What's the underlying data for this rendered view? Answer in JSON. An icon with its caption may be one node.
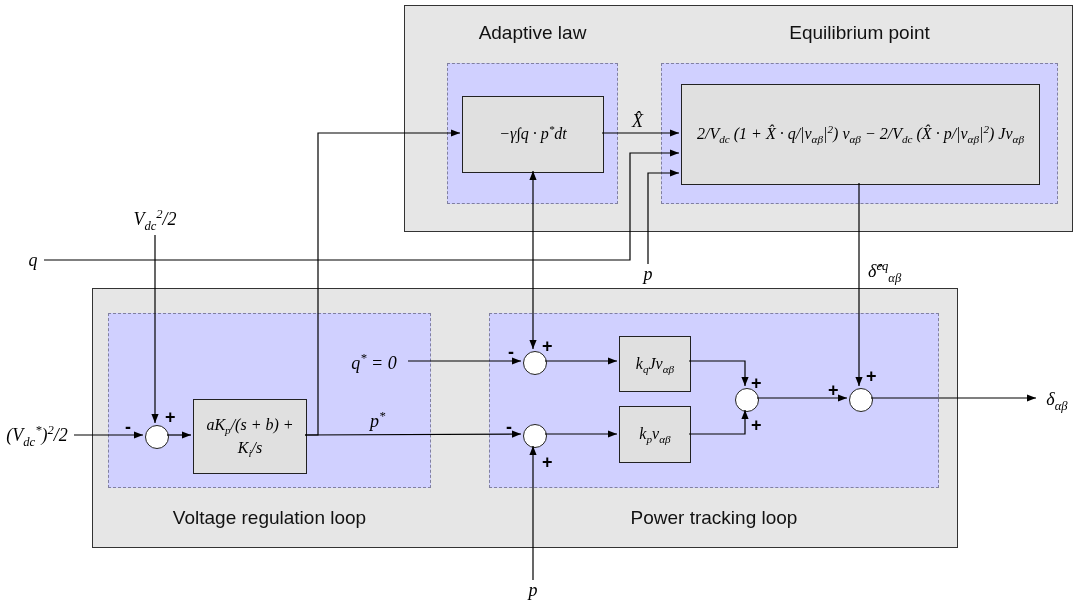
{
  "diagram": {
    "nodes": [
      {
        "text": [],
        "shape": "box"
      },
      {
        "text": [
          "Adaptive law"
        ],
        "in": 0
      },
      {
        "text": [
          "−γ∫q · p$^{*}$dt"
        ],
        "in": 1
      },
      {
        "text": [
          "Equilibrium point"
        ],
        "in": 0
      },
      {
        "text": [
          "2/V$_{dc}$ (1 + X̂ · q/|v$_{αβ}$|$^{2}$) v$_{αβ}$ − 2/V$_{dc}$ (X̂ · p/|v$_{αβ}$|$^{2}$) Jv$_{αβ}$"
        ],
        "in": 3
      },
      {
        "text": [],
        "shape": "box"
      },
      {
        "text": [
          "Voltage regulation loop"
        ],
        "in": 5
      },
      {
        "text": [],
        "shape": "circle",
        "in": 6
      },
      {
        "text": [
          "aK$_{p}$/(s + b) + K$_{i}$/s"
        ],
        "in": 6
      },
      {
        "text": [
          "Power tracking loop"
        ],
        "in": 5
      },
      {
        "text": [],
        "shape": "circle",
        "in": 9
      },
      {
        "text": [],
        "shape": "circle",
        "in": 9
      },
      {
        "text": [
          "k$_{q}$Jv$_{αβ}$"
        ],
        "in": 9
      },
      {
        "text": [
          "k$_{p}$v$_{αβ}$"
        ],
        "in": 9
      },
      {
        "text": [],
        "shape": "circle",
        "in": 9
      },
      {
        "text": [],
        "shape": "circle",
        "in": 9
      },
      {
        "text": [
          "V$_{dc}$$^{2}$/2"
        ]
      },
      {
        "text": [
          "(V$_{dc}$$^{*}$)$^{2}$/2"
        ]
      },
      {
        "text": [
          "q"
        ]
      },
      {
        "text": [
          "p"
        ]
      },
      {
        "text": [
          "q$^{*}$ = 0"
        ],
        "in": 6
      },
      {
        "text": [
          "δ$_{αβ}$"
        ]
      },
      {
        "text": [
          "p"
        ]
      }
    ],
    "edges": [
      {
        "from": 16,
        "to": 7,
        "arrow": "to"
      },
      {
        "from": 17,
        "to": 7,
        "arrow": "to"
      },
      {
        "from": 7,
        "to": 8,
        "arrow": "to"
      },
      {
        "from": 8,
        "to": 11,
        "arrow": "to",
        "label": "p$^{*}$"
      },
      {
        "from": 8,
        "to": 2,
        "arrow": "to"
      },
      {
        "from": 20,
        "to": 10,
        "arrow": "to"
      },
      {
        "from": 18,
        "to": 4,
        "arrow": "to"
      },
      {
        "from": 19,
        "to": 4,
        "arrow": "to"
      },
      {
        "from": 2,
        "to": 10,
        "arrow": "both"
      },
      {
        "from": 2,
        "to": 4,
        "arrow": "to",
        "label": "X̂"
      },
      {
        "from": 4,
        "to": 15,
        "arrow": "to",
        "label": "δ̂$^{eq}$$_{αβ}$"
      },
      {
        "from": 10,
        "to": 12,
        "arrow": "to"
      },
      {
        "from": 11,
        "to": 13,
        "arrow": "to"
      },
      {
        "from": 12,
        "to": 14,
        "arrow": "to"
      },
      {
        "from": 13,
        "to": 14,
        "arrow": "to"
      },
      {
        "from": 14,
        "to": 15,
        "arrow": "to"
      },
      {
        "from": 15,
        "to": 21,
        "arrow": "to"
      },
      {
        "from": 22,
        "to": 11,
        "arrow": "to"
      }
    ],
    "labels": [
      "-",
      "+",
      "+",
      "+",
      "-",
      "+",
      "+",
      "-",
      "+",
      "+"
    ]
  }
}
